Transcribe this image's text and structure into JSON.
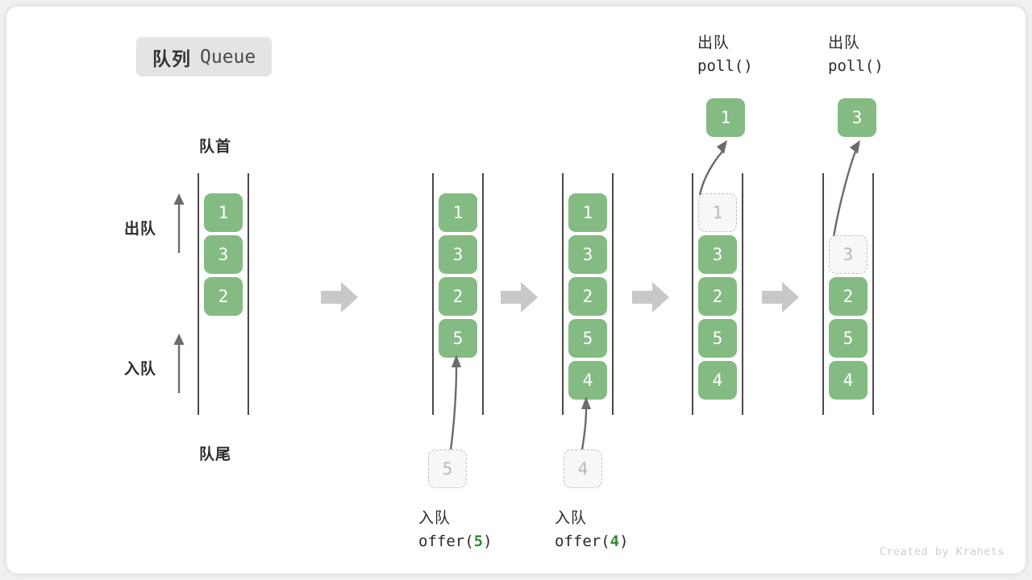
{
  "title": {
    "cn": "队列",
    "en": "Queue"
  },
  "labels": {
    "head": "队首",
    "tail": "队尾",
    "dequeue": "出队",
    "enqueue": "入队"
  },
  "credit": "Created by Krahets",
  "colors": {
    "cell_fill": "#84bb82",
    "cell_text": "#ffffff",
    "ghost_fill": "#f7f7f7",
    "ghost_border": "#c2c2c2",
    "ghost_text": "#b9b9b9",
    "rail": "#4a4a4a",
    "flow_arrow": "#c8c8c8",
    "action_arrow": "#6b6b6b",
    "badge_bg": "#e4e4e4",
    "accent_green": "#348a34",
    "card_bg": "#ffffff",
    "page_bg": "#f0f0f0"
  },
  "steps": [
    {
      "id": "initial",
      "cells": [
        {
          "value": "1",
          "state": "filled"
        },
        {
          "value": "3",
          "state": "filled"
        },
        {
          "value": "2",
          "state": "filled"
        }
      ]
    },
    {
      "id": "after-offer-5",
      "cells": [
        {
          "value": "1",
          "state": "filled"
        },
        {
          "value": "3",
          "state": "filled"
        },
        {
          "value": "2",
          "state": "filled"
        },
        {
          "value": "5",
          "state": "filled"
        }
      ],
      "incoming": {
        "value": "5",
        "state": "ghost"
      },
      "caption": {
        "line1": "入队",
        "op": "offer(",
        "num": "5",
        "close": ")"
      }
    },
    {
      "id": "after-offer-4",
      "cells": [
        {
          "value": "1",
          "state": "filled"
        },
        {
          "value": "3",
          "state": "filled"
        },
        {
          "value": "2",
          "state": "filled"
        },
        {
          "value": "5",
          "state": "filled"
        },
        {
          "value": "4",
          "state": "filled"
        }
      ],
      "incoming": {
        "value": "4",
        "state": "ghost"
      },
      "caption": {
        "line1": "入队",
        "op": "offer(",
        "num": "4",
        "close": ")"
      }
    },
    {
      "id": "after-poll-1",
      "cells": [
        {
          "value": "1",
          "state": "ghost"
        },
        {
          "value": "3",
          "state": "filled"
        },
        {
          "value": "2",
          "state": "filled"
        },
        {
          "value": "5",
          "state": "filled"
        },
        {
          "value": "4",
          "state": "filled"
        }
      ],
      "outgoing": {
        "value": "1",
        "state": "filled"
      },
      "header": {
        "line1": "出队",
        "line2": "poll()"
      }
    },
    {
      "id": "after-poll-3",
      "cells": [
        {
          "value": "",
          "state": "empty"
        },
        {
          "value": "3",
          "state": "ghost"
        },
        {
          "value": "2",
          "state": "filled"
        },
        {
          "value": "5",
          "state": "filled"
        },
        {
          "value": "4",
          "state": "filled"
        }
      ],
      "outgoing": {
        "value": "3",
        "state": "filled"
      },
      "header": {
        "line1": "出队",
        "line2": "poll()"
      }
    }
  ]
}
